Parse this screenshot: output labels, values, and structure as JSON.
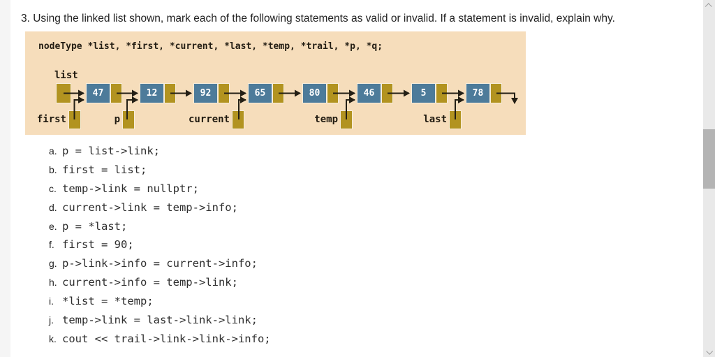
{
  "page": {
    "title": "3. Using the linked list shown, mark each of the following statements as valid or invalid. If a statement is invalid, explain why."
  },
  "figure": {
    "declaration": "nodeType *list, *first, *current, *last, *temp, *trail, *p, *q;",
    "list_pointer": {
      "label": "list"
    },
    "nodes": [
      {
        "value": "47"
      },
      {
        "value": "12"
      },
      {
        "value": "92"
      },
      {
        "value": "65"
      },
      {
        "value": "80"
      },
      {
        "value": "46"
      },
      {
        "value": "5"
      },
      {
        "value": "78"
      }
    ],
    "pointers": [
      {
        "label": "first"
      },
      {
        "label": "p"
      },
      {
        "label": "current"
      },
      {
        "label": "temp"
      },
      {
        "label": "last"
      }
    ],
    "colors": {
      "panel_bg": "#f6ddbb",
      "node_info": "#4d7b9a",
      "node_link": "#b29320",
      "node_value_text": "#ffffff",
      "arrow": "#241f15",
      "label_text": "#201a10"
    }
  },
  "statements": [
    {
      "letter": "a.",
      "code": "p = list->link;"
    },
    {
      "letter": "b.",
      "code": "first = list;"
    },
    {
      "letter": "c.",
      "code": "temp->link = nullptr;"
    },
    {
      "letter": "d.",
      "code": "current->link = temp->info;"
    },
    {
      "letter": "e.",
      "code": "p = *last;"
    },
    {
      "letter": "f.",
      "code": "first = 90;"
    },
    {
      "letter": "g.",
      "code": "p->link->info = current->info;"
    },
    {
      "letter": "h.",
      "code": "current->info = temp->link;"
    },
    {
      "letter": "i.",
      "code": "*list = *temp;"
    },
    {
      "letter": "j.",
      "code": "temp->link = last->link->link;"
    },
    {
      "letter": "k.",
      "code": "cout << trail->link->link->info;"
    }
  ]
}
